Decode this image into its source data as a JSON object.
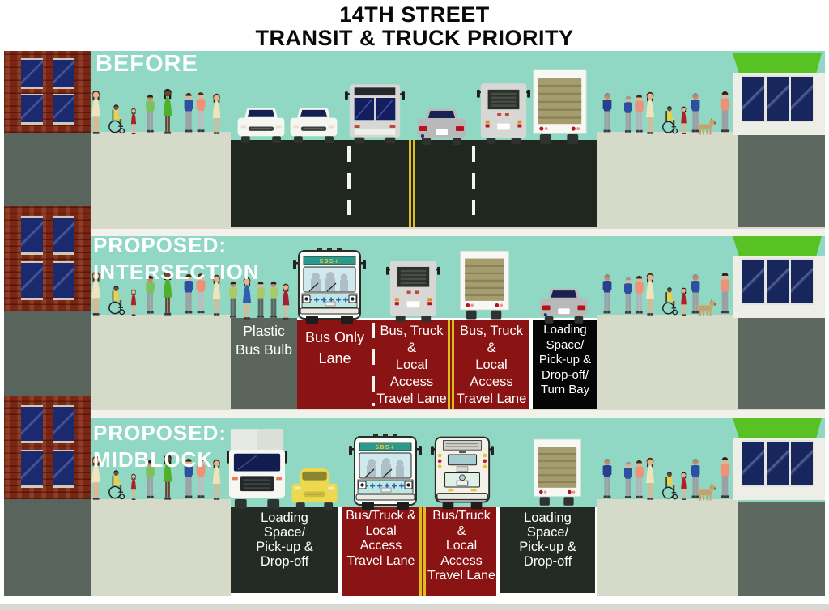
{
  "title": {
    "line1": "14TH STREET",
    "line2": "TRANSIT & TRUCK PRIORITY"
  },
  "panels": [
    {
      "id": "before",
      "heading_lines": [
        "BEFORE"
      ],
      "lanes": []
    },
    {
      "id": "proposed-intersection",
      "heading_lines": [
        "PROPOSED:",
        "INTERSECTION"
      ],
      "lanes": [
        {
          "name": "plastic-bus-bulb",
          "lines": [
            "Plastic",
            "Bus Bulb"
          ]
        },
        {
          "name": "bus-only-lane",
          "lines": [
            "Bus Only",
            "Lane"
          ]
        },
        {
          "name": "travel-lane-west",
          "lines": [
            "Bus, Truck &",
            "Local",
            "Access",
            "Travel Lane"
          ]
        },
        {
          "name": "travel-lane-east",
          "lines": [
            "Bus, Truck &",
            "Local",
            "Access",
            "Travel Lane"
          ]
        },
        {
          "name": "loading-turn-bay",
          "lines": [
            "Loading",
            "Space/",
            "Pick-up &",
            "Drop-off/",
            "Turn Bay"
          ]
        }
      ]
    },
    {
      "id": "proposed-midblock",
      "heading_lines": [
        "PROPOSED:",
        "MIDBLOCK"
      ],
      "lanes": [
        {
          "name": "loading-west",
          "lines": [
            "Loading",
            "Space/",
            "Pick-up &",
            "Drop-off"
          ]
        },
        {
          "name": "travel-lane-west",
          "lines": [
            "Bus/Truck &",
            "Local",
            "Access",
            "Travel Lane"
          ]
        },
        {
          "name": "travel-lane-east",
          "lines": [
            "Bus/Truck &",
            "Local",
            "Access",
            "Travel Lane"
          ]
        },
        {
          "name": "loading-east",
          "lines": [
            "Loading",
            "Space/",
            "Pick-up &",
            "Drop-off"
          ]
        }
      ]
    }
  ],
  "bus_sign": "SBS+",
  "colors": {
    "sky_teal": "#90d8c3",
    "maroon_lane": "#8a1413",
    "road_dark": "#20271f",
    "charcoal_lane": "#242b25",
    "loading_black": "#050505",
    "bus_bulb_gray": "#5b655c",
    "sidewalk": "#d6dac9",
    "side_gray": "#59645c",
    "yellow_line": "#e0bd1e",
    "awning_green": "#58c224",
    "brick_red": "#7c2716",
    "window_navy": "#18265e"
  }
}
